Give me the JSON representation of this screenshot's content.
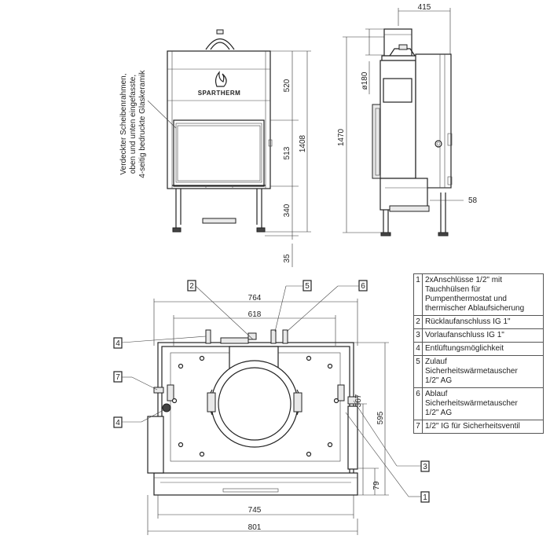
{
  "brand": "SPARTHERM",
  "side_note": [
    "Verdeckter Scheibenrahmen,",
    "oben und unten eingefasste,",
    "4-seitig bedruckte Glaskeramik"
  ],
  "front_view": {
    "dims": {
      "upper": "520",
      "middle": "513",
      "lower": "340",
      "overall": "1408",
      "feet": "35"
    }
  },
  "side_view": {
    "dims": {
      "top_width": "415",
      "flue_diameter": "ø180",
      "height": "1470",
      "offset": "58"
    }
  },
  "top_view": {
    "dims": {
      "width_764": "764",
      "width_618": "618",
      "width_745": "745",
      "width_801": "801",
      "depth_595": "595",
      "depth_367": "367",
      "depth_79": "79"
    },
    "callouts": [
      "2",
      "5",
      "6",
      "4",
      "7",
      "4",
      "3",
      "1"
    ]
  },
  "legend": [
    {
      "num": "1",
      "text": "2xAnschlüsse 1/2\" mit\nTauchhülsen für\nPumpenthermostat und\nthermischer Ablaufsicherung"
    },
    {
      "num": "2",
      "text": "Rücklaufanschluss IG 1\""
    },
    {
      "num": "3",
      "text": "Vorlaufanschluss IG 1\""
    },
    {
      "num": "4",
      "text": "Entlüftungsmöglichkeit"
    },
    {
      "num": "5",
      "text": "Zulauf\nSicherheitswärmetauscher\n1/2\" AG"
    },
    {
      "num": "6",
      "text": "Ablauf\nSicherheitswärmetauscher\n1/2\" AG"
    },
    {
      "num": "7",
      "text": "1/2\" IG für Sicherheitsventil"
    }
  ]
}
